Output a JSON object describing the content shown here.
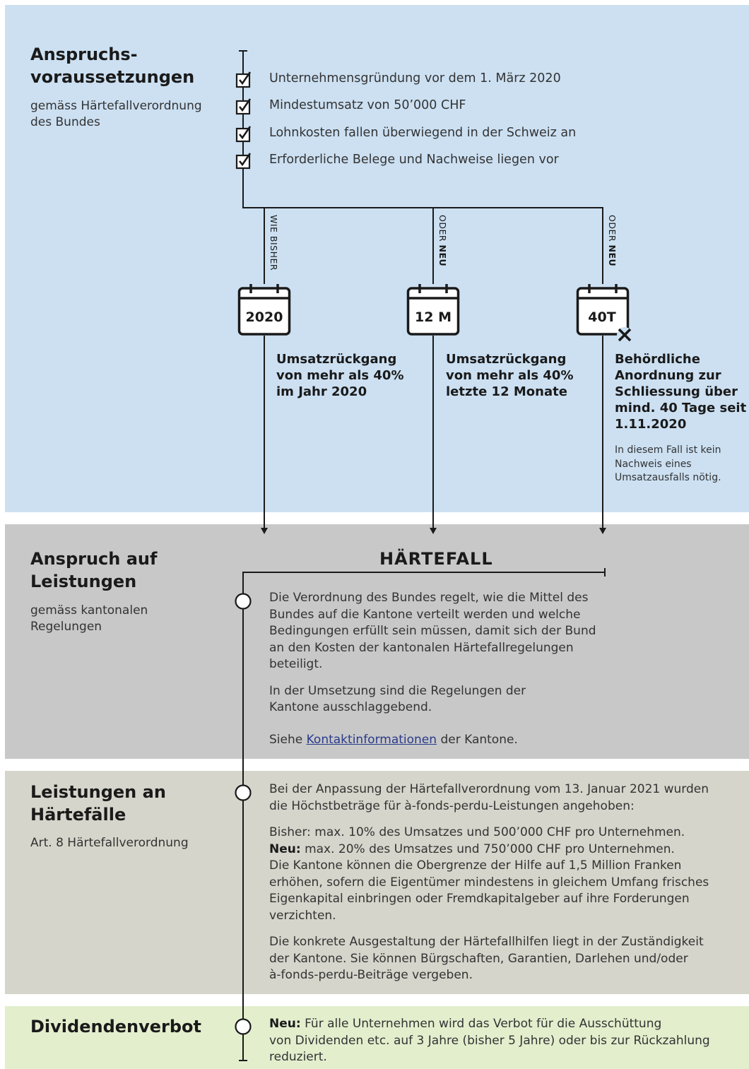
{
  "sections": {
    "voraussetzungen": {
      "title": "Anspruchs-\nvoraussetzungen",
      "subtitle": "gemäss Härtefallverordnung\ndes Bundes",
      "checks": [
        "Unternehmensgründung vor dem 1. März 2020",
        "Mindestumsatz von 50’000 CHF",
        "Lohnkosten fallen überwiegend in der Schweiz an",
        "Erforderliche Belege und Nachweise liegen vor"
      ]
    },
    "branches": [
      {
        "tag": "WIE BISHER",
        "tag_bold": "",
        "calendar": "2020",
        "text": "Umsatzrückgang\nvon mehr als 40%\nim Jahr 2020",
        "note": ""
      },
      {
        "tag": "ODER ",
        "tag_bold": "NEU",
        "calendar": "12 M",
        "text": "Umsatzrückgang\nvon mehr als 40%\nletzte 12 Monate",
        "note": ""
      },
      {
        "tag": "ODER ",
        "tag_bold": "NEU",
        "calendar": "40T",
        "text": "Behördliche\nAnordnung zur\nSchliessung über\nmind. 40 Tage seit\n1.11.2020",
        "note": "In diesem Fall ist kein\nNachweis eines\nUmsatzausfalls nötig."
      }
    ],
    "anspruch": {
      "title": "Anspruch auf\nLeistungen",
      "subtitle": "gemäss kantonalen\nRegelungen",
      "heading": "HÄRTEFALL",
      "p1": "Die Verordnung des Bundes regelt, wie die Mittel des\nBundes auf die Kantone verteilt werden und welche\nBedingungen erfüllt sein müssen, damit sich der Bund\nan den Kosten der kantonalen Härtefallregelungen\nbeteiligt.",
      "p2": "In der Umsetzung sind die Regelungen der\nKantone ausschlaggebend.",
      "p3_pre": "Siehe ",
      "p3_link": "Kontaktinformationen",
      "p3_post": " der Kantone."
    },
    "leistungen": {
      "title": "Leistungen an\nHärtefälle",
      "subtitle": "Art. 8 Härtefallverordnung",
      "p1": "Bei der Anpassung der Härtefallverordnung vom 13. Januar 2021 wurden\ndie Höchstbeträge für à-fonds-perdu-Leistungen angehoben:",
      "p2_line1": "Bisher: max. 10% des Umsatzes und 500’000 CHF pro Unternehmen.",
      "p2_neu_label": "Neu:",
      "p2_neu_text": " max. 20% des Umsatzes und 750’000 CHF pro Unternehmen.",
      "p2_rest": "Die Kantone können die Obergrenze der Hilfe auf 1,5 Million Franken\nerhöhen, sofern die Eigentümer mindestens in gleichem Umfang frisches\nEigenkapital einbringen oder Fremdkapitalgeber auf ihre Forderungen\nverzichten.",
      "p3": "Die konkrete Ausgestaltung der Härtefallhilfen liegt in der Zuständigkeit\nder Kantone. Sie können Bürgschaften, Garantien, Darlehen und/oder\nà-fonds-perdu-Beiträge vergeben."
    },
    "dividenden": {
      "title": "Dividendenverbot",
      "neu_label": "Neu:",
      "text": " Für alle Unternehmen wird das Verbot für die Ausschüttung\nvon Dividenden etc. auf 3 Jahre (bisher 5 Jahre) oder bis zur Rückzahlung\nreduziert."
    }
  },
  "colors": {
    "band_blue": "#cce0f2",
    "band_grey": "#c8c8c8",
    "band_khaki": "#d5d5cb",
    "band_green": "#e3eecd",
    "line": "#1a1a1a"
  },
  "icons": [
    "checkbox-checked-icon",
    "calendar-icon",
    "calendar-closed-icon",
    "arrow-down-icon",
    "timeline-node-icon"
  ]
}
